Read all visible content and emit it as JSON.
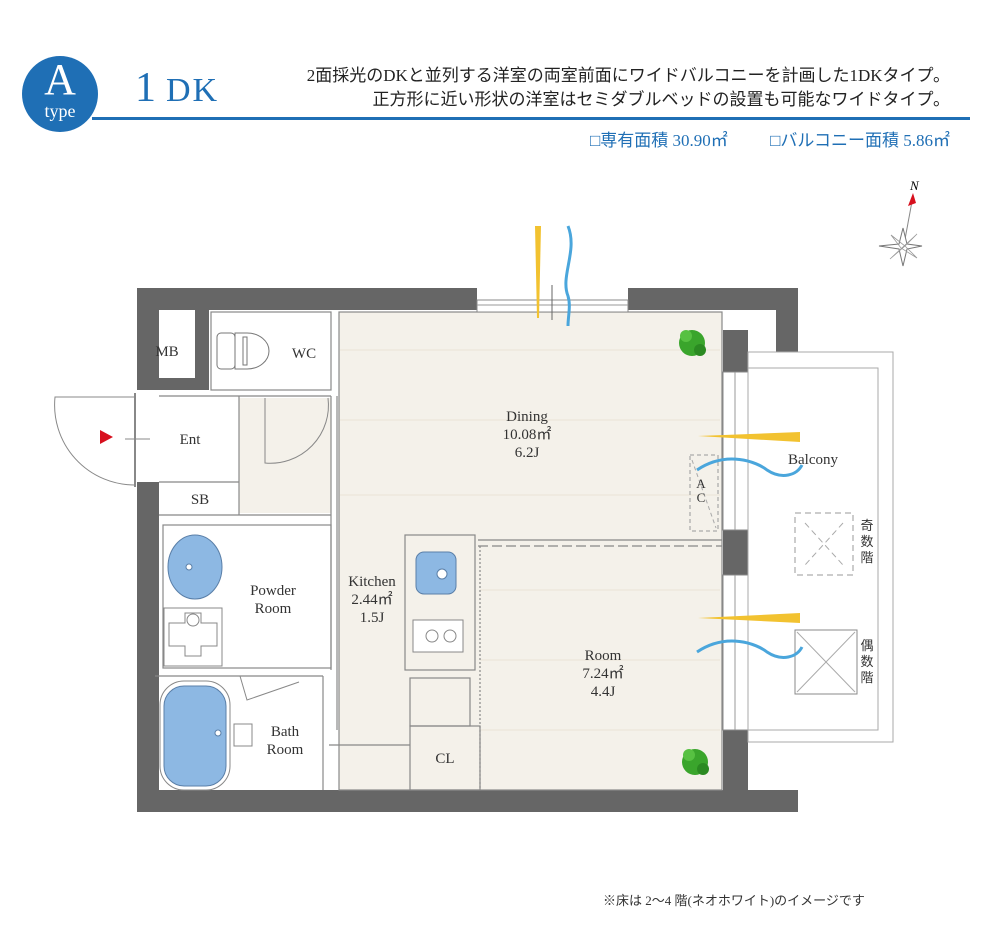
{
  "header": {
    "type_letter": "A",
    "type_label": "type",
    "layout_number": "1",
    "layout_code": "DK",
    "description_line1": "2面採光のDKと並列する洋室の両室前面にワイドバルコニーを計画した1DKタイプ。",
    "description_line2": "正方形に近い形状の洋室はセミダブルベッドの設置も可能なワイドタイプ。",
    "exclusive_area": "□専有面積 30.90㎡",
    "balcony_area": "□バルコニー面積 5.86㎡"
  },
  "compass": {
    "label": "N",
    "icon": "compass-rose-icon"
  },
  "rooms": {
    "mb": "MB",
    "wc": "WC",
    "ent": "Ent",
    "sb": "SB",
    "powder_line1": "Powder",
    "powder_line2": "Room",
    "bath_line1": "Bath",
    "bath_line2": "Room",
    "kitchen_name": "Kitchen",
    "kitchen_area": "2.44㎡",
    "kitchen_jo": "1.5J",
    "dining_name": "Dining",
    "dining_area": "10.08㎡",
    "dining_jo": "6.2J",
    "room_name": "Room",
    "room_area": "7.24㎡",
    "room_jo": "4.4J",
    "cl": "CL",
    "balcony": "Balcony",
    "ac_1": "A",
    "ac_2": "C",
    "odd_floor": [
      "奇",
      "数",
      "階"
    ],
    "even_floor": [
      "偶",
      "数",
      "階"
    ]
  },
  "colors": {
    "brand_blue": "#1f6fb5",
    "wall": "#666666",
    "floor": "#f4f1ea",
    "water_blue": "#8db8e3",
    "sun_yellow": "#f2c230",
    "wind_blue": "#4aa6dc",
    "entry_arrow": "#d7101e",
    "plant_green": "#3aa52c"
  },
  "footnote": "※床は 2〜4 階(ネオホワイト)のイメージです"
}
